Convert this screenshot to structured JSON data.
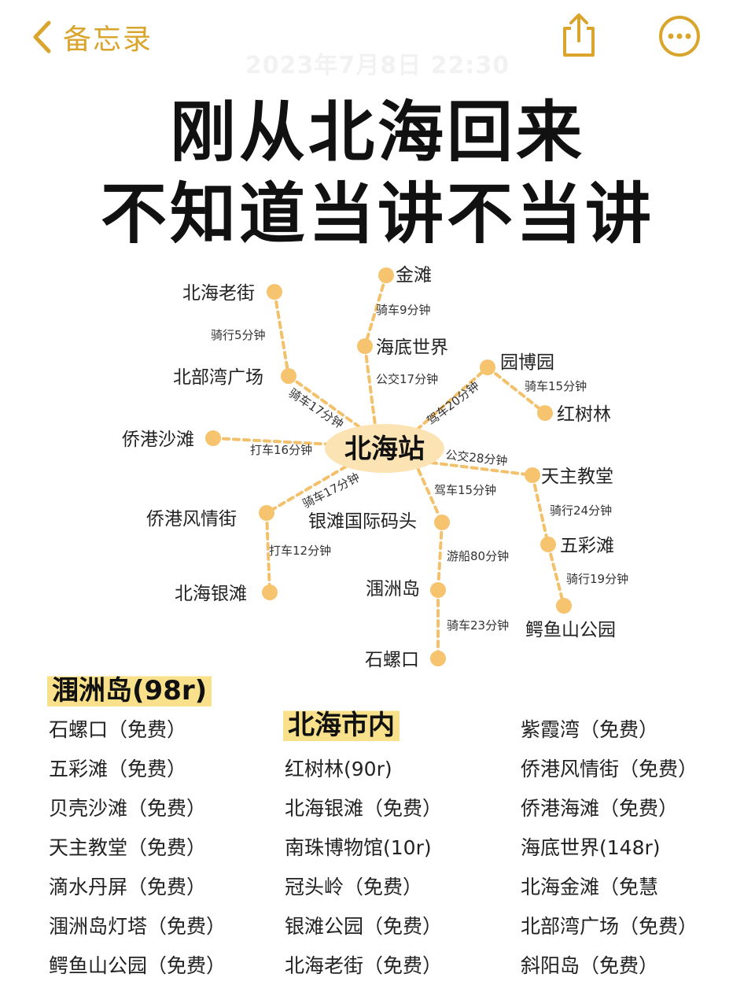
{
  "nav": {
    "back_label": "备忘录",
    "timestamp": "2023年7月8日 22:30",
    "accent": "#d9a52c"
  },
  "headline": {
    "line1": "刚从北海回来",
    "line2": "不知道当讲不当讲"
  },
  "map": {
    "hub": "北海站",
    "line_color": "#f3c06b",
    "places": {
      "beihai_old_street": "北海老街",
      "beibu_square": "北部湾广场",
      "jintan": "金滩",
      "undersea_world": "海底世界",
      "yuanbo_garden": "园博园",
      "mangrove": "红树林",
      "qiaogang_beach": "侨港沙滩",
      "qiaogang_street": "侨港风情街",
      "yintan": "北海银滩",
      "silver_pier": "银滩国际码头",
      "weizhou": "涠洲岛",
      "shiluokou": "石螺口",
      "cathedral": "天主教堂",
      "wucaitan": "五彩滩",
      "crocodile_park": "鳄鱼山公园"
    },
    "legs": {
      "oldstreet_square": "骑行5分钟",
      "jintan_undersea": "骑车9分钟",
      "undersea_hub": "公交17分钟",
      "square_hub": "骑车17分钟",
      "hub_yuanbo": "驾车20分钟",
      "yuanbo_mangrove": "骑车15分钟",
      "beach_hub": "打车16分钟",
      "hub_cathedral": "公交28分钟",
      "hub_qiaogang_street": "骑车17分钟",
      "hub_pier": "驾车15分钟",
      "cathedral_wucaitan": "骑行24分钟",
      "street_yintan": "打车12分钟",
      "pier_weizhou": "游船80分钟",
      "wucaitan_crocodile": "骑行19分钟",
      "weizhou_shiluokou": "骑车23分钟"
    }
  },
  "lists": {
    "weizhou_title": "涠洲岛(98r)",
    "city_title": "北海市内",
    "col1": [
      "石螺口（免费）",
      "五彩滩（免费）",
      "贝壳沙滩（免费）",
      "天主教堂（免费）",
      "滴水丹屏（免费）",
      "涠洲岛灯塔（免费）",
      "鳄鱼山公园（免费）"
    ],
    "col2": [
      "红树林(90r)",
      "北海银滩（免费）",
      "南珠博物馆(10r)",
      "冠头岭（免费）",
      "银滩公园（免费）",
      "北海老街（免费）"
    ],
    "col3": [
      "紫霞湾（免费）",
      "侨港风情街（免费）",
      "侨港海滩（免费）",
      "海底世界(148r)",
      "北海金滩（免慧",
      "北部湾广场（免费）",
      "斜阳岛（免费）"
    ]
  }
}
